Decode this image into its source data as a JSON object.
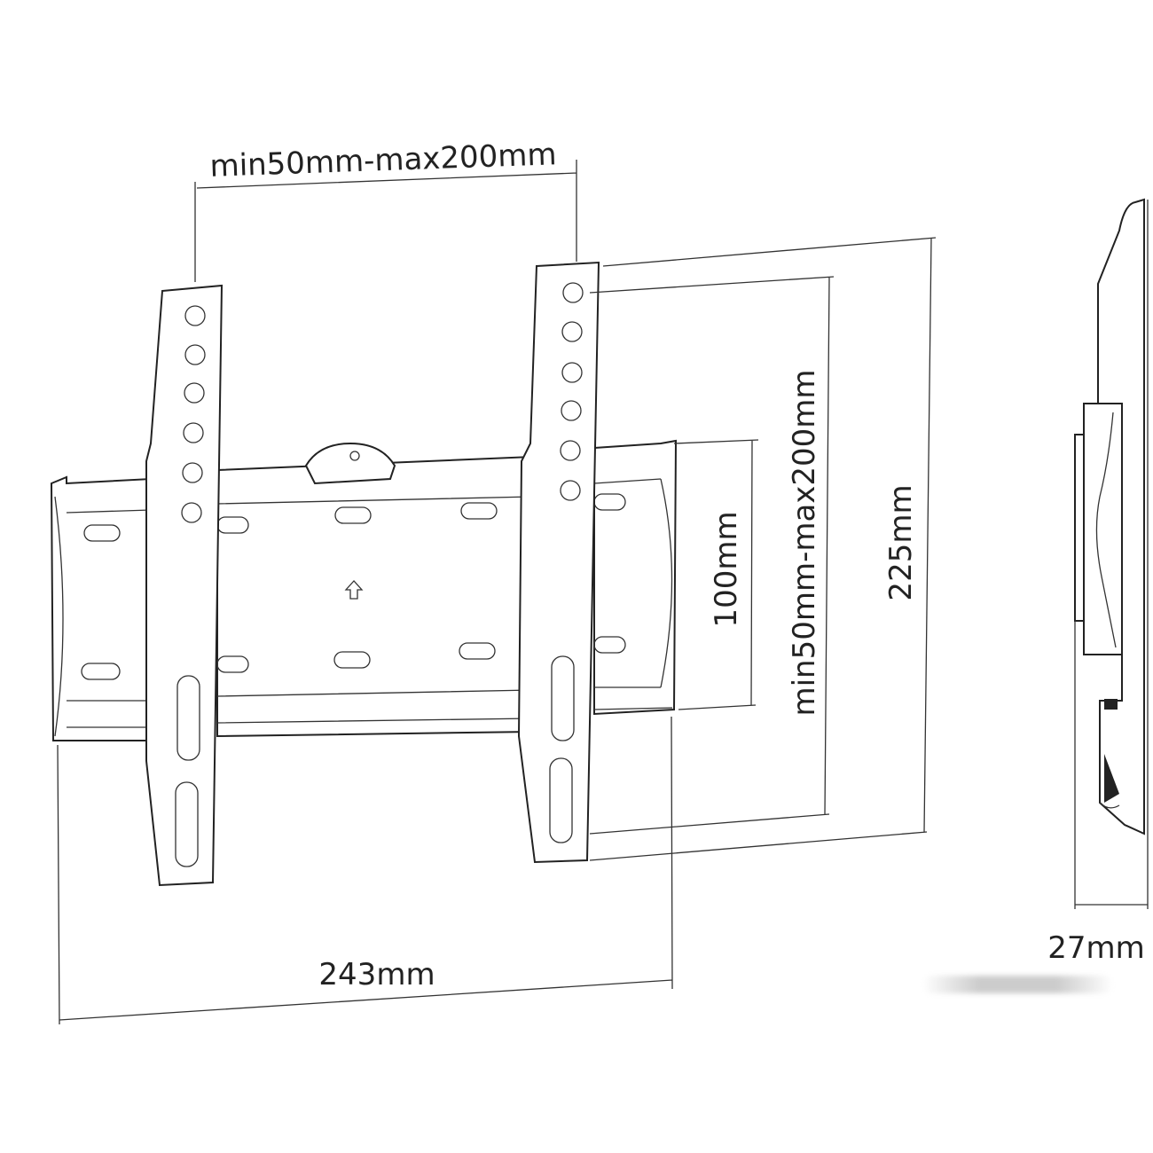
{
  "title": "TV wall mount dimensions",
  "labels": {
    "horizontal_vesa": "min50mm-max200mm",
    "vertical_vesa": "min50mm-max200mm",
    "plate_height": "100mm",
    "arm_height": "225mm",
    "plate_width": "243mm",
    "depth": "27mm"
  }
}
